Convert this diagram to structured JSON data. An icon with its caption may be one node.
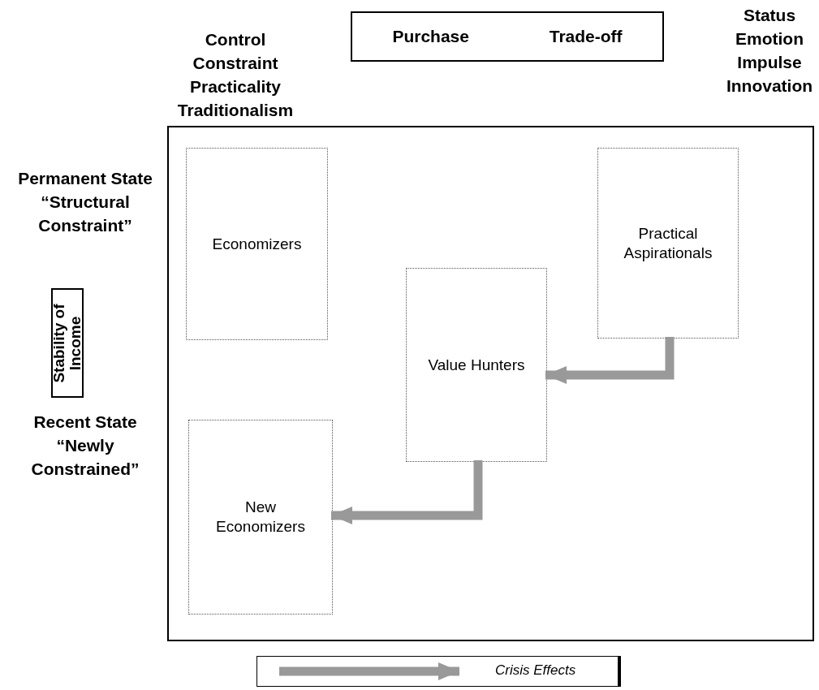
{
  "diagram": {
    "nodes": [
      {
        "text": [
          "Purchase",
          "Trade-off"
        ]
      },
      {
        "text": [
          "Stability of Income"
        ]
      },
      {
        "text": [],
        "shape": "box"
      },
      {
        "text": [
          "Economizers"
        ],
        "in": 2
      },
      {
        "text": [
          "Practical Aspirationals"
        ],
        "in": 2
      },
      {
        "text": [
          "Value Hunters"
        ],
        "in": 2
      },
      {
        "text": [
          "New Economizers"
        ],
        "in": 2
      }
    ],
    "edges": [
      {
        "from": 4,
        "to": 5,
        "arrow": "to"
      },
      {
        "from": 5,
        "to": 6,
        "arrow": "to"
      }
    ],
    "labels": [
      "Control",
      "Constraint",
      "Practicality",
      "Traditionalism",
      "Status",
      "Emotion",
      "Impulse",
      "Innovation",
      "Permanent State “Structural Constraint”",
      "Recent State “Newly Constrained”"
    ],
    "legend": [
      {
        "text": "Crisis Effects"
      }
    ]
  }
}
